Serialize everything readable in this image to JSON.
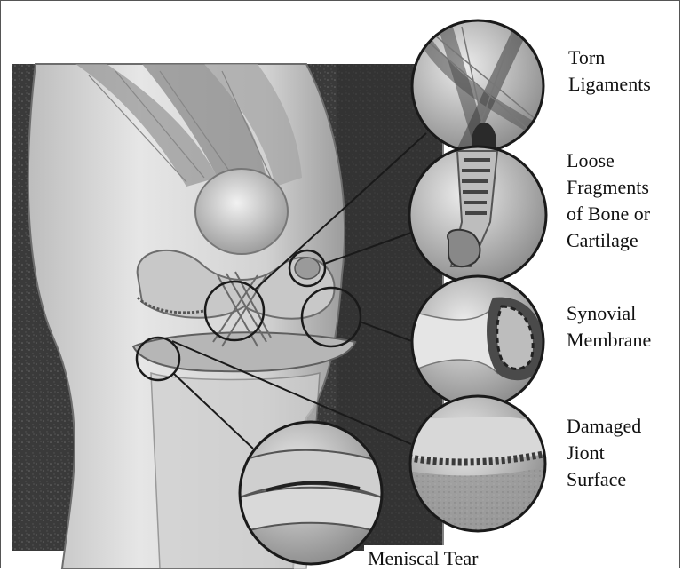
{
  "labels": {
    "torn_ligaments": [
      "Torn",
      "Ligaments"
    ],
    "loose_fragments": [
      "Loose",
      "Fragments",
      "of Bone or",
      "Cartilage"
    ],
    "synovial_membrane": [
      "Synovial",
      "Membrane"
    ],
    "damaged_joint_surface": [
      "Damaged",
      "Jiont",
      "Surface"
    ],
    "meniscal_tear": "Meniscal Tear"
  }
}
